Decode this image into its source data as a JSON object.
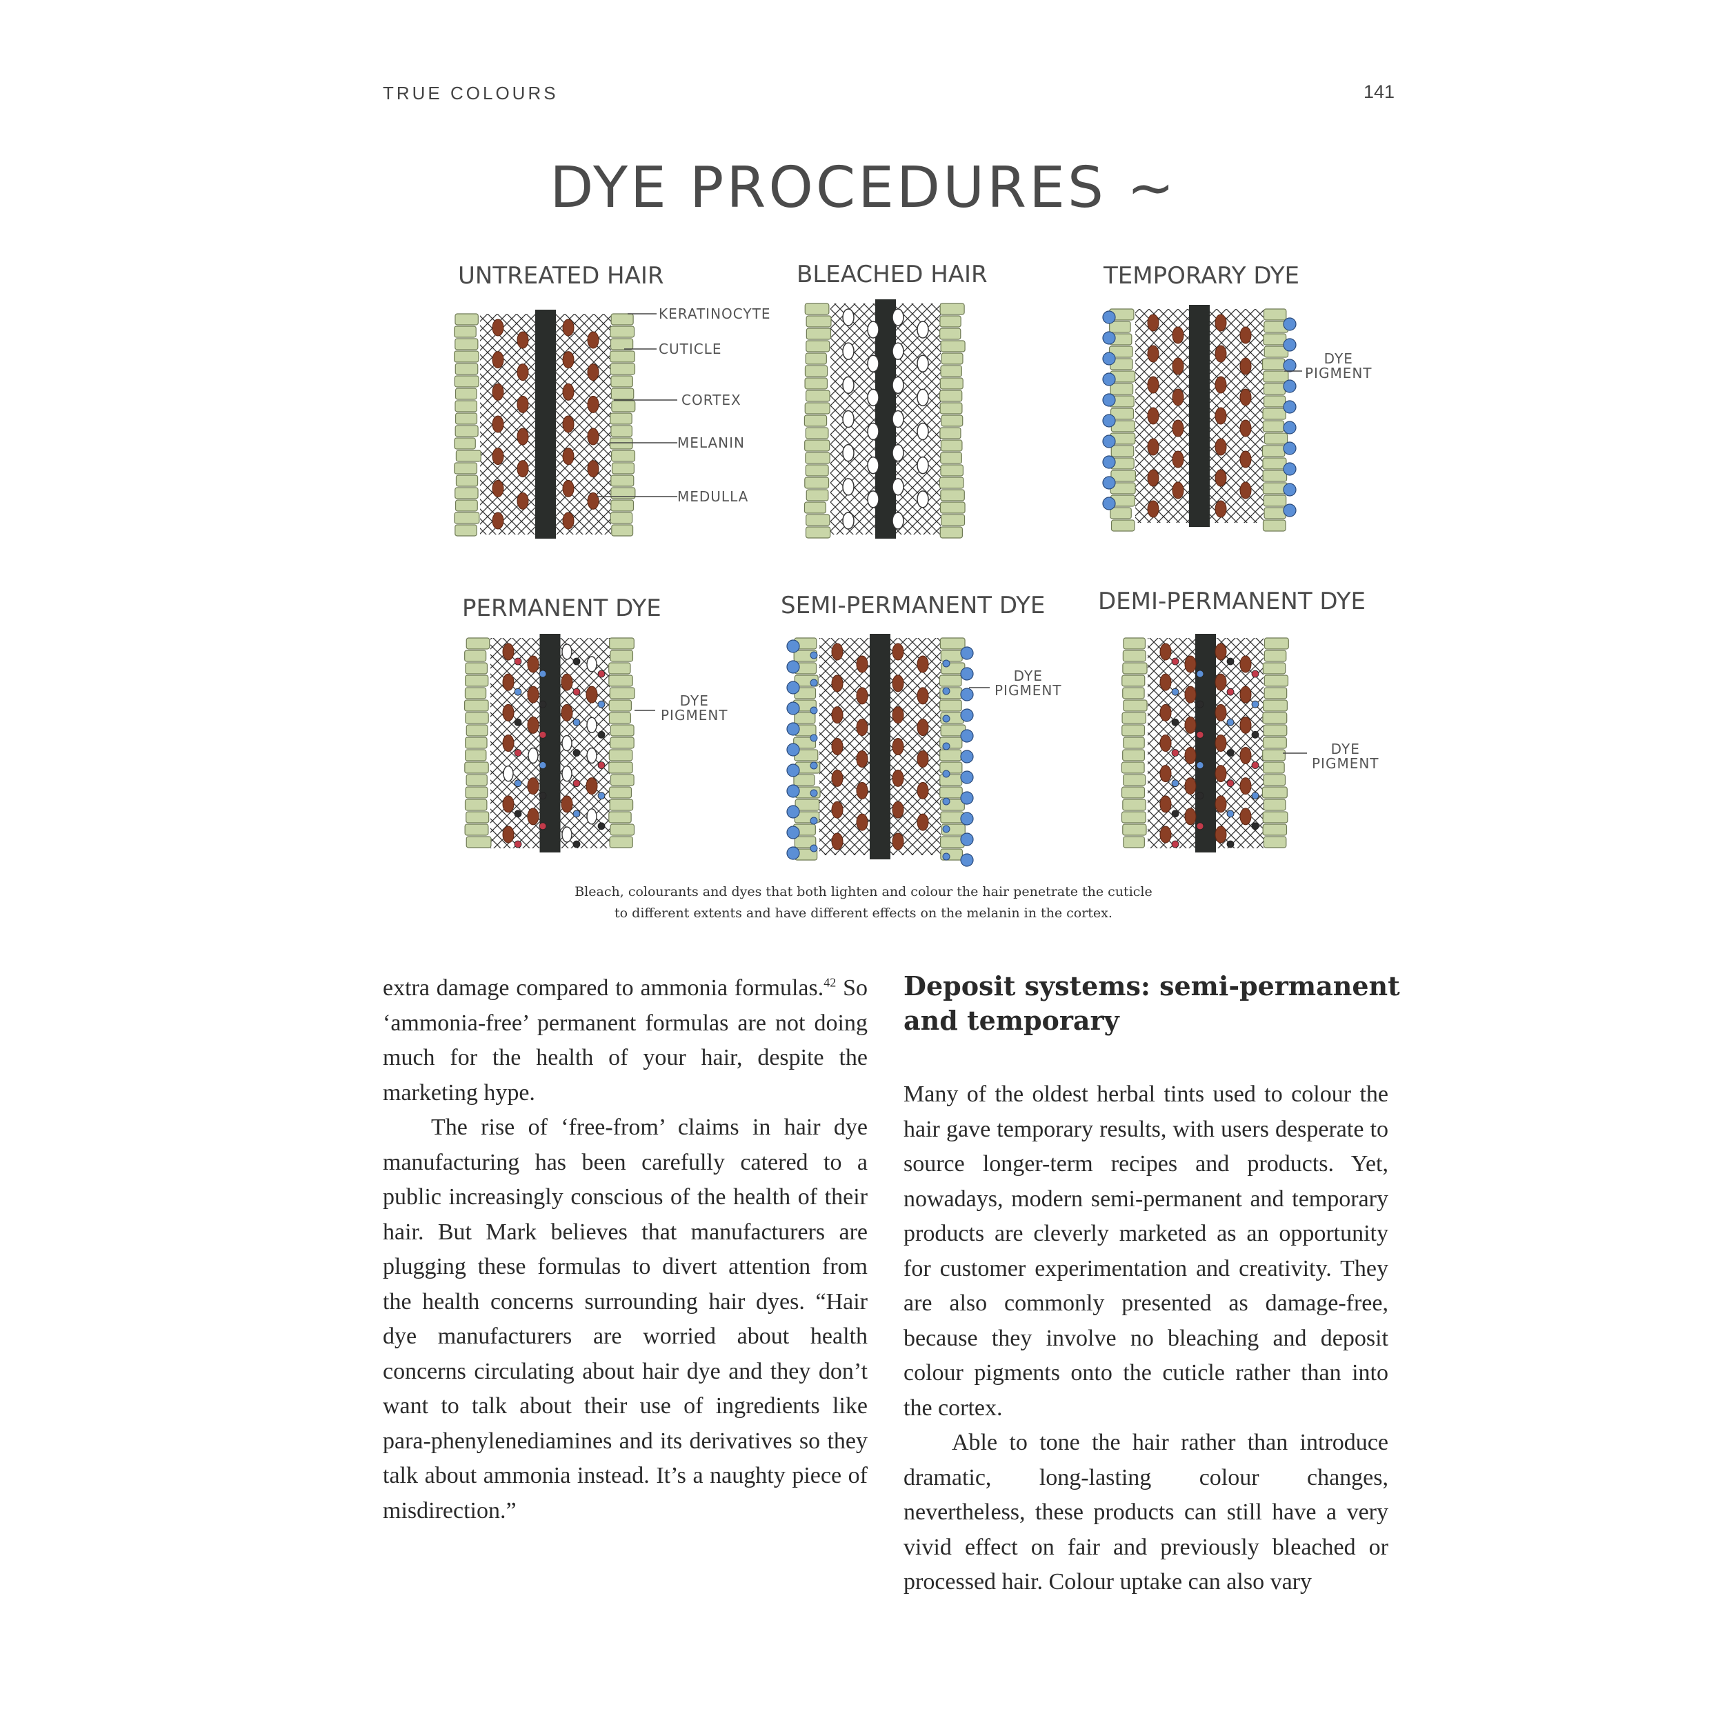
{
  "header": {
    "running_head": "TRUE COLOURS",
    "page_number": "141"
  },
  "figure": {
    "title": "DYE PROCEDURES ~",
    "panels": [
      {
        "title": "UNTREATED HAIR",
        "labels": [
          "KERATINOCYTE",
          "CUTICLE",
          "CORTEX",
          "MELANIN",
          "MEDULLA"
        ]
      },
      {
        "title": "BLEACHED HAIR"
      },
      {
        "title": "TEMPORARY DYE",
        "label": [
          "DYE",
          "PIGMENT"
        ]
      },
      {
        "title": "PERMANENT DYE",
        "label": [
          "DYE",
          "PIGMENT"
        ]
      },
      {
        "title": "SEMI-PERMANENT DYE",
        "label": [
          "DYE",
          "PIGMENT"
        ]
      },
      {
        "title": "DEMI-PERMANENT DYE",
        "label": [
          "DYE",
          "PIGMENT"
        ]
      }
    ],
    "caption_line1": "Bleach, colourants and dyes that both lighten and colour the hair penetrate the cuticle",
    "caption_line2": "to different extents and have different effects on the melanin in the cortex.",
    "colors": {
      "cuticle": "#c9d6a8",
      "cuticle_edge": "#6f7a55",
      "medulla": "#2a2d2b",
      "melanin": "#8a3f25",
      "dye_blue": "#5b8fd6",
      "dye_red": "#c23a4a",
      "dye_dark": "#2b2b2b"
    }
  },
  "body": {
    "left_col": {
      "p1_text": "extra damage compared to ammonia formulas.",
      "p1_note": "42",
      "p1_rest": "So ‘ammonia-free’ permanent formulas are not doing much for the health of your hair, despite the marketing hype.",
      "p2": "The rise of ‘free-from’ claims in hair dye manufacturing has been carefully catered to a public increasingly conscious of the health of their hair. But Mark believes that manufacturers are plugging these formulas to divert attention from the health concerns surrounding hair dyes. “Hair dye manufacturers are worried about health concerns circulating about hair dye and they don’t want to talk about their use of ingredients like para-phenylenediamines and its derivatives so they talk about ammonia instead. It’s a naughty piece of misdirection.”"
    },
    "right_col": {
      "heading": "Deposit systems: semi-permanent and temporary",
      "p1": "Many of the oldest herbal tints used to colour the hair gave temporary results, with users desperate to source longer-term recipes and products. Yet, nowadays, modern semi-permanent and temporary products are cleverly marketed as an opportunity for customer experimentation and creativity. They are also commonly presented as damage-free, because they involve no bleaching and deposit colour pigments onto the cuticle rather than into the cortex.",
      "p2": "Able to tone the hair rather than introduce dramatic, long-lasting colour changes, nevertheless, these products can still have a very vivid effect on fair and previously bleached or processed hair. Colour uptake can also vary"
    }
  }
}
